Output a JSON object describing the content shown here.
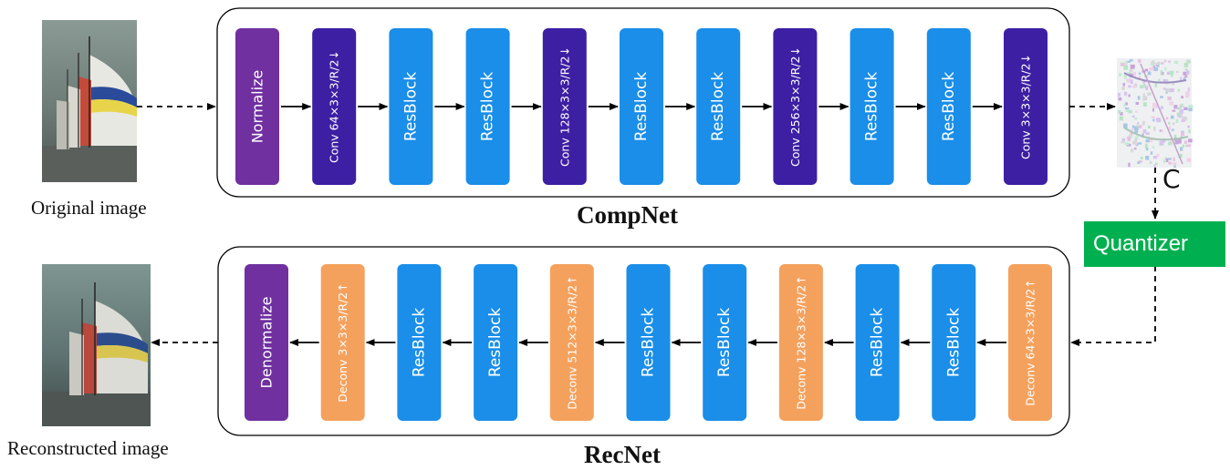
{
  "colors": {
    "normalize": "#7030a0",
    "conv": "#3d1fa3",
    "resblock": "#1a8ee8",
    "deconv": "#f4a15d",
    "quantizer": "#00b050",
    "arrow": "#000000"
  },
  "images": {
    "original_label": "Original image",
    "reconstructed_label": "Reconstructed image"
  },
  "compnet": {
    "title": "CompNet",
    "blocks": [
      {
        "type": "normalize",
        "label": "Normalize"
      },
      {
        "type": "conv",
        "label": "Conv 64×3×3/R/2↓"
      },
      {
        "type": "resblock",
        "label": "ResBlock"
      },
      {
        "type": "resblock",
        "label": "ResBlock"
      },
      {
        "type": "conv",
        "label": "Conv 128×3×3/R/2↓"
      },
      {
        "type": "resblock",
        "label": "ResBlock"
      },
      {
        "type": "resblock",
        "label": "ResBlock"
      },
      {
        "type": "conv",
        "label": "Conv 256×3×3/R/2↓"
      },
      {
        "type": "resblock",
        "label": "ResBlock"
      },
      {
        "type": "resblock",
        "label": "ResBlock"
      },
      {
        "type": "conv",
        "label": "Conv 3×3×3/R/2↓"
      }
    ]
  },
  "recnet": {
    "title": "RecNet",
    "blocks": [
      {
        "type": "normalize",
        "label": "Denormalize"
      },
      {
        "type": "deconv",
        "label": "Deconv 3×3×3/R/2↑"
      },
      {
        "type": "resblock",
        "label": "ResBlock"
      },
      {
        "type": "resblock",
        "label": "ResBlock"
      },
      {
        "type": "deconv",
        "label": "Deconv 512×3×3/R/2↑"
      },
      {
        "type": "resblock",
        "label": "ResBlock"
      },
      {
        "type": "resblock",
        "label": "ResBlock"
      },
      {
        "type": "deconv",
        "label": "Deconv 128×3×3/R/2↑"
      },
      {
        "type": "resblock",
        "label": "ResBlock"
      },
      {
        "type": "resblock",
        "label": "ResBlock"
      },
      {
        "type": "deconv",
        "label": "Deconv 64×3×3/R/2↑"
      }
    ]
  },
  "compact_label": "C",
  "quantizer": {
    "label": "Quantizer"
  }
}
